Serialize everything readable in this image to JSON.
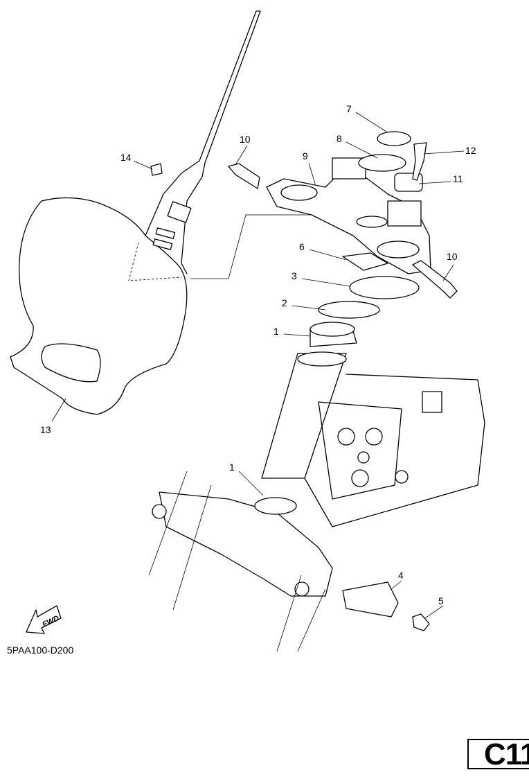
{
  "diagram": {
    "callouts": [
      {
        "id": "c7",
        "label": "7"
      },
      {
        "id": "c8",
        "label": "8"
      },
      {
        "id": "c10a",
        "label": "10"
      },
      {
        "id": "c12",
        "label": "12"
      },
      {
        "id": "c14",
        "label": "14"
      },
      {
        "id": "c9",
        "label": "9"
      },
      {
        "id": "c11",
        "label": "11"
      },
      {
        "id": "c6",
        "label": "6"
      },
      {
        "id": "c10b",
        "label": "10"
      },
      {
        "id": "c3",
        "label": "3"
      },
      {
        "id": "c2",
        "label": "2"
      },
      {
        "id": "c1a",
        "label": "1"
      },
      {
        "id": "c13",
        "label": "13"
      },
      {
        "id": "c1b",
        "label": "1"
      },
      {
        "id": "c4",
        "label": "4"
      },
      {
        "id": "c5",
        "label": "5"
      }
    ],
    "fwd_label": "FWD",
    "diagram_code": "5PAA100-D200",
    "page_label": "C11"
  }
}
